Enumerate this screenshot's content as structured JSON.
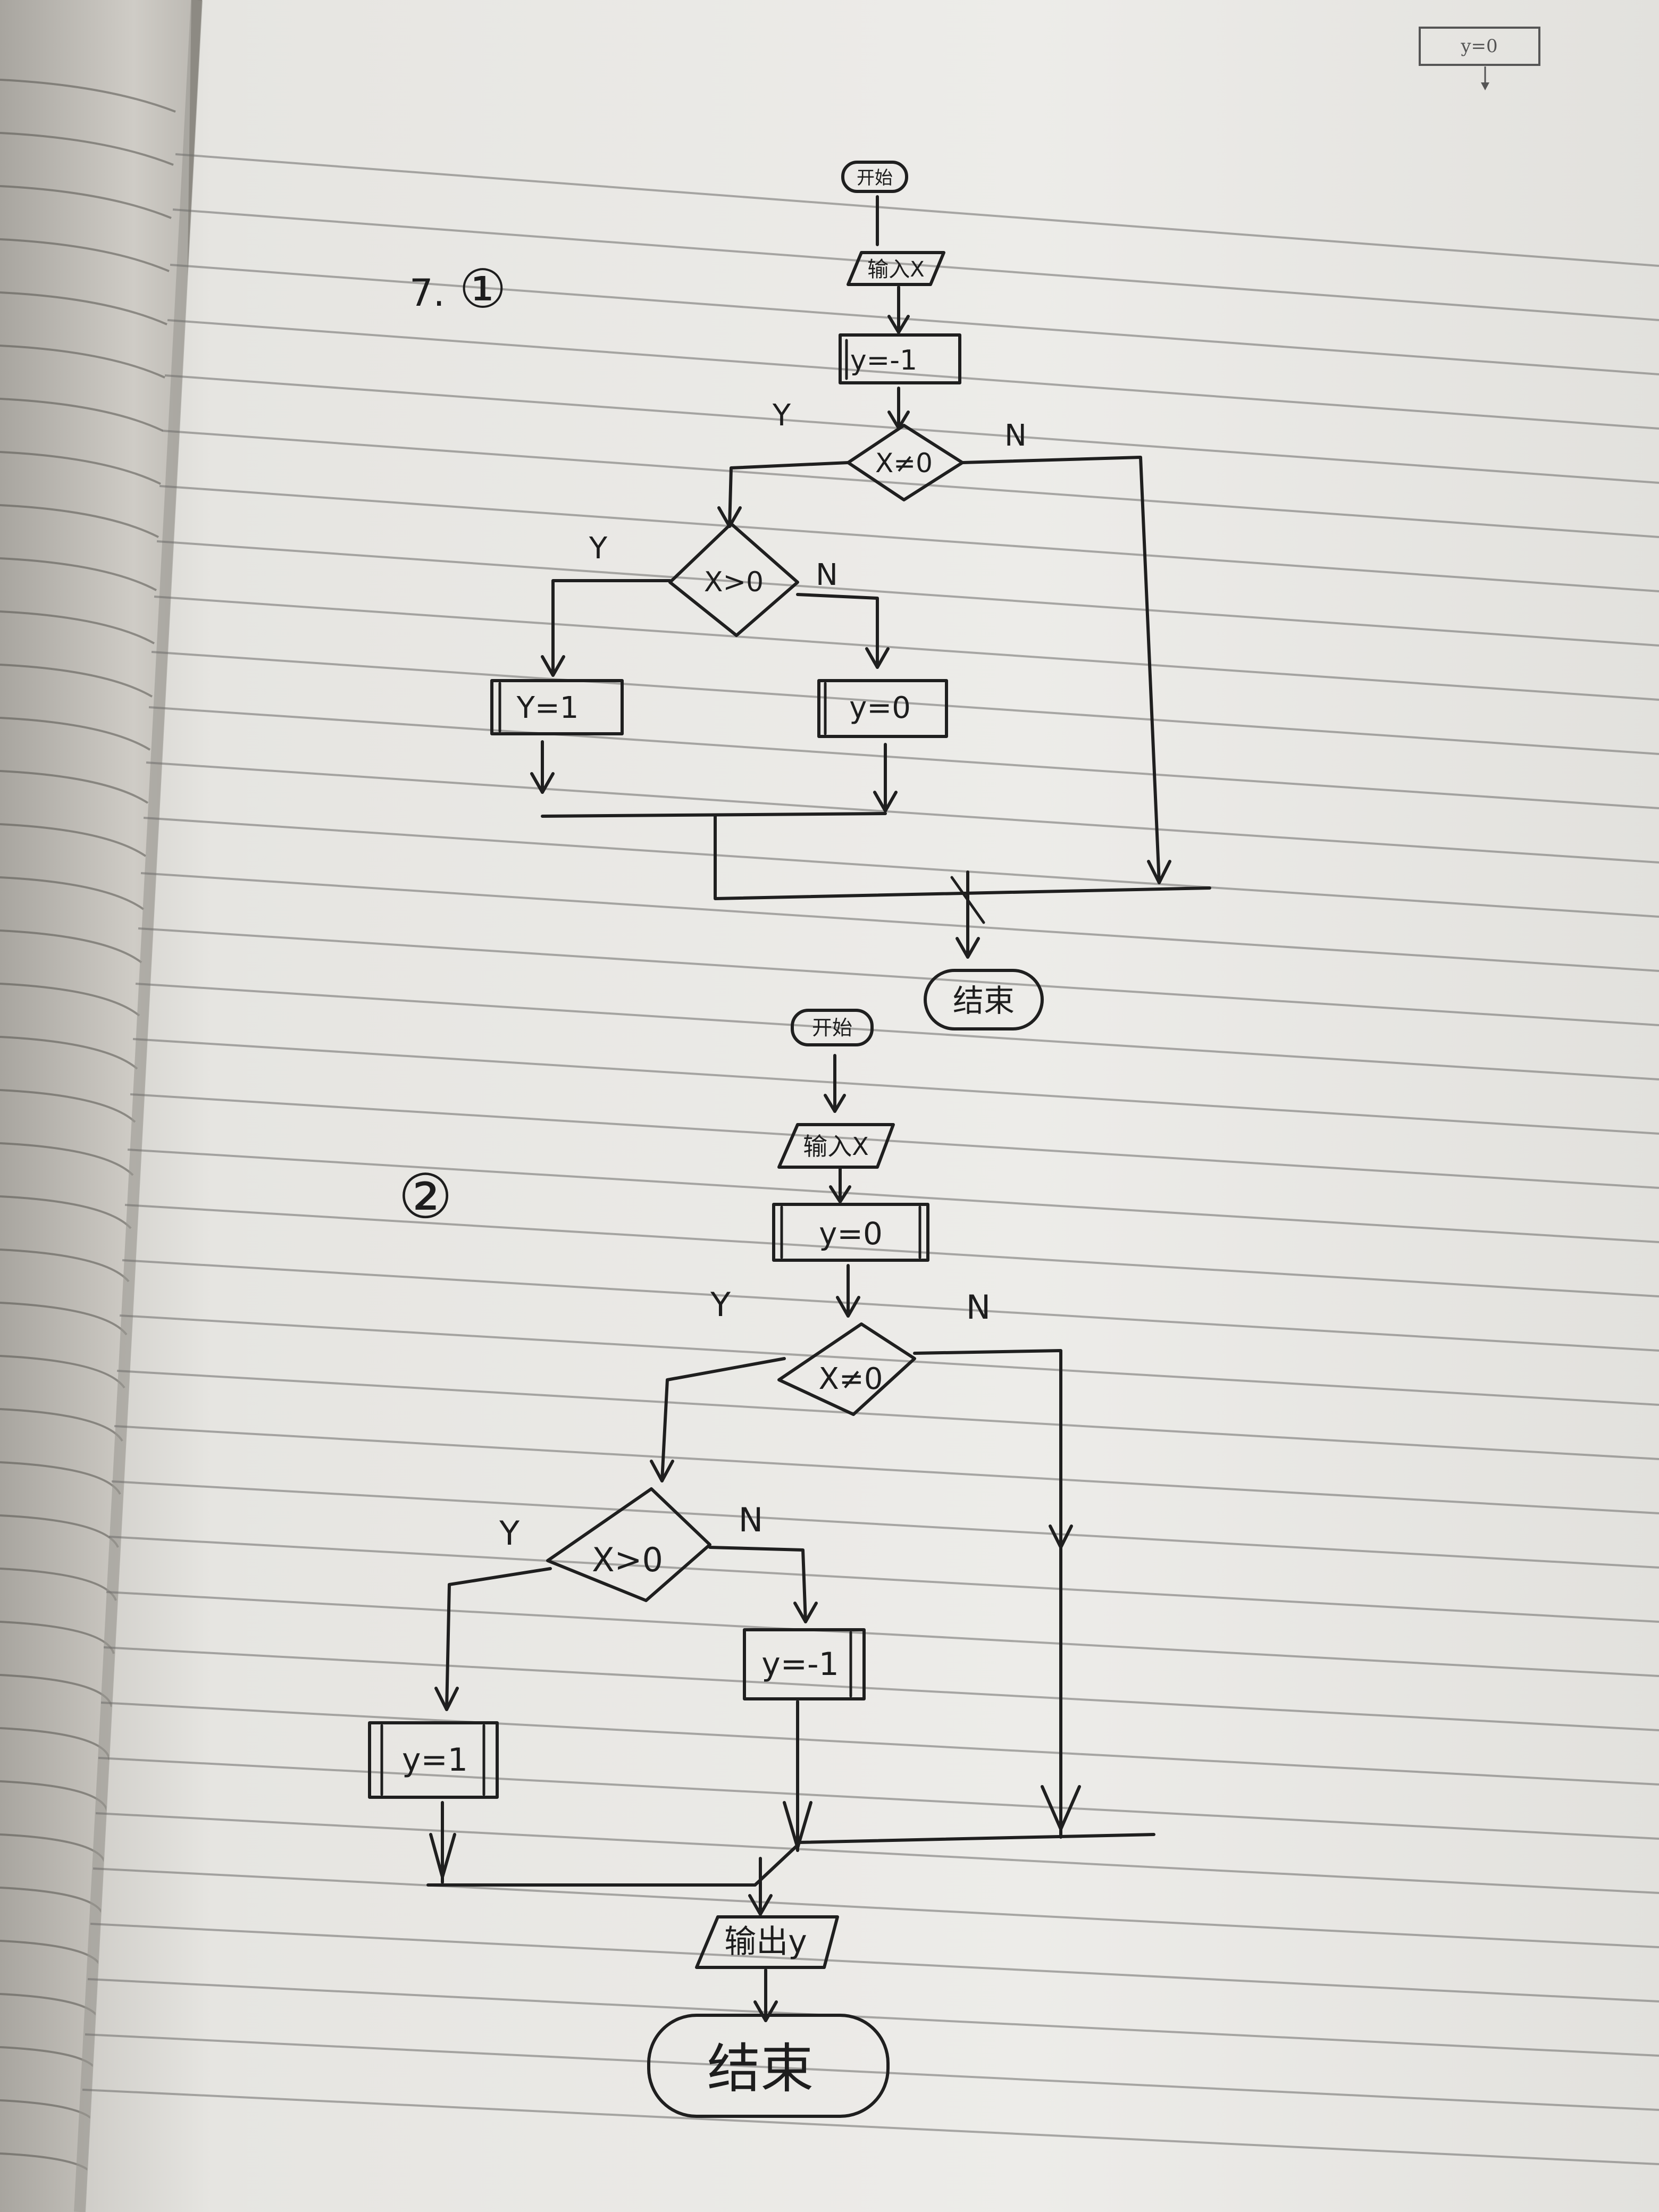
{
  "corner_box": {
    "text": "y=0"
  },
  "chart1": {
    "number": "7.",
    "circle_label": "①",
    "start": "开始",
    "input": "输入X",
    "init": "y=-1",
    "cond_outer": "X≠0",
    "cond_inner": "X>0",
    "yes_outer": "Y",
    "no_outer": "N",
    "yes_inner": "Y",
    "no_inner": "N",
    "assign_yes": "Y=1",
    "assign_no": "y=0",
    "end": "结束"
  },
  "chart2": {
    "circle_label": "②",
    "start": "开始",
    "input": "输入X",
    "init": "y=0",
    "cond_outer": "X≠0",
    "cond_inner": "X>0",
    "yes_outer": "Y",
    "no_outer": "N",
    "yes_inner": "Y",
    "no_inner": "N",
    "assign_no": "y=-1",
    "assign_yes": "y=1",
    "output": "输出y",
    "end": "结束"
  }
}
